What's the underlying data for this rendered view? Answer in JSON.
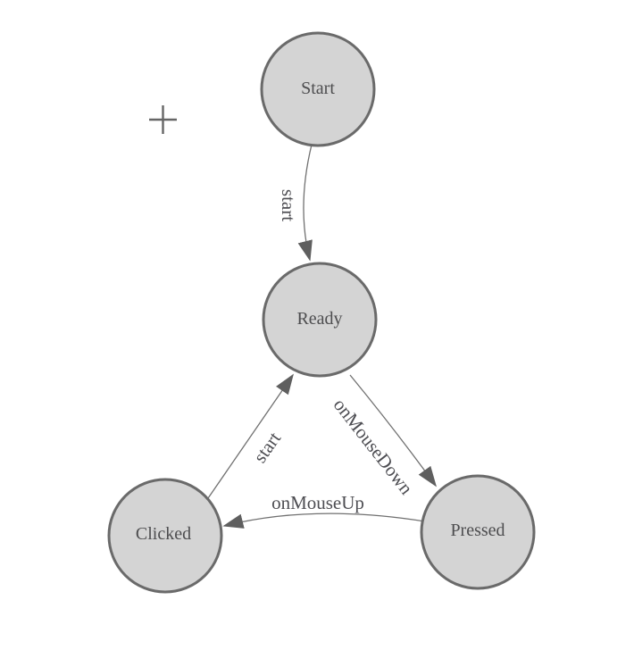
{
  "page": {
    "background_color": "#ffffff"
  },
  "palette": {
    "node_fill": "#d4d4d4",
    "node_stroke": "#6a6a6a",
    "edge_stroke": "#707070",
    "arrowhead_fill": "#5f5f5f",
    "label_text": "#4d4d4f",
    "crosshair": "#666666"
  },
  "diagram": {
    "type": "finite-state-machine",
    "nodes": [
      {
        "id": "start",
        "label": "Start"
      },
      {
        "id": "ready",
        "label": "Ready"
      },
      {
        "id": "clicked",
        "label": "Clicked"
      },
      {
        "id": "pressed",
        "label": "Pressed"
      }
    ],
    "edges": [
      {
        "from": "start",
        "to": "ready",
        "label": "start"
      },
      {
        "from": "clicked",
        "to": "ready",
        "label": "start"
      },
      {
        "from": "ready",
        "to": "pressed",
        "label": "onMouseDown"
      },
      {
        "from": "pressed",
        "to": "clicked",
        "label": "onMouseUp"
      }
    ],
    "icons": {
      "origin_marker": "plus-crosshair",
      "arrowhead": "filled-triangle"
    }
  }
}
